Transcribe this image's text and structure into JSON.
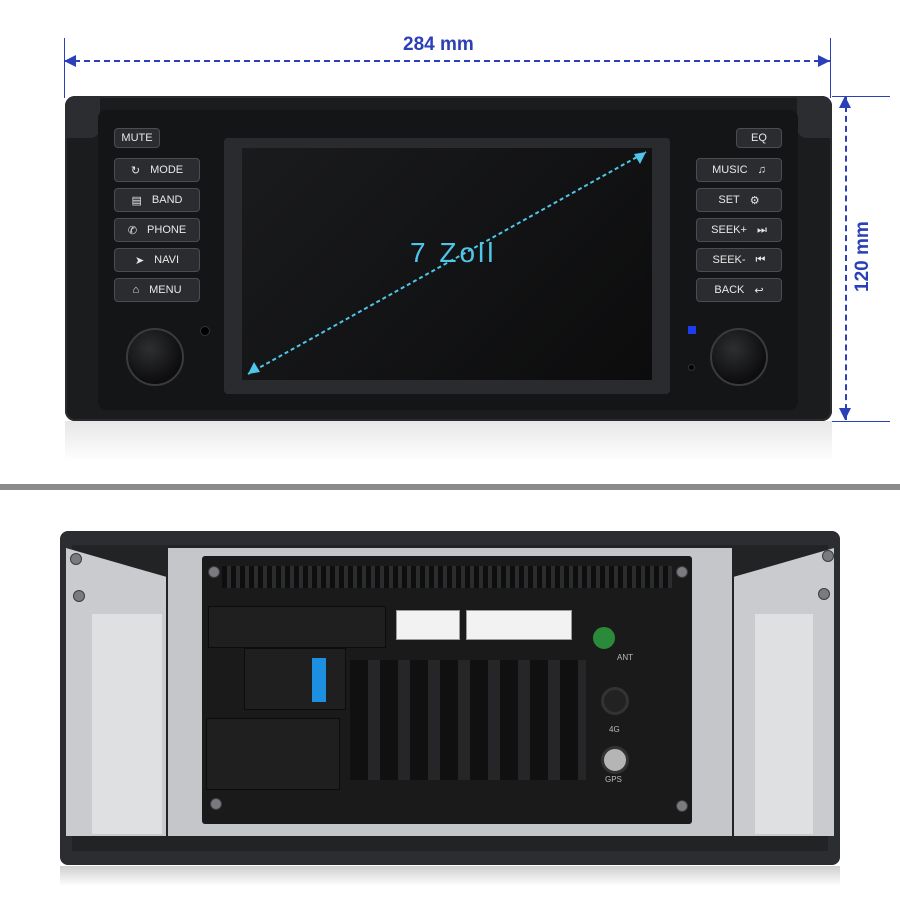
{
  "dimensions": {
    "width_label": "284 mm",
    "height_label": "120 mm"
  },
  "screen": {
    "diagonal_label": "7 Zoll"
  },
  "front_panel": {
    "left_buttons": [
      {
        "label": "MUTE",
        "icon": ""
      },
      {
        "label": "MODE",
        "icon": "refresh-icon"
      },
      {
        "label": "BAND",
        "icon": "radio-icon"
      },
      {
        "label": "PHONE",
        "icon": "phone-icon"
      },
      {
        "label": "NAVI",
        "icon": "navigation-icon"
      },
      {
        "label": "MENU",
        "icon": "home-icon"
      }
    ],
    "right_buttons": [
      {
        "label": "EQ",
        "icon": ""
      },
      {
        "label": "MUSIC",
        "icon": "music-note-icon"
      },
      {
        "label": "SET",
        "icon": "gear-icon"
      },
      {
        "label": "SEEK+",
        "icon": "skip-forward-icon"
      },
      {
        "label": "SEEK-",
        "icon": "skip-back-icon"
      },
      {
        "label": "BACK",
        "icon": "back-arrow-icon"
      }
    ]
  },
  "rear_panel": {
    "ports": [
      "ANT",
      "4G",
      "GPS"
    ]
  },
  "colors": {
    "dimension_line": "#2a3fb8",
    "screen_label": "#4fc6e8",
    "led": "#1d3cf0"
  }
}
